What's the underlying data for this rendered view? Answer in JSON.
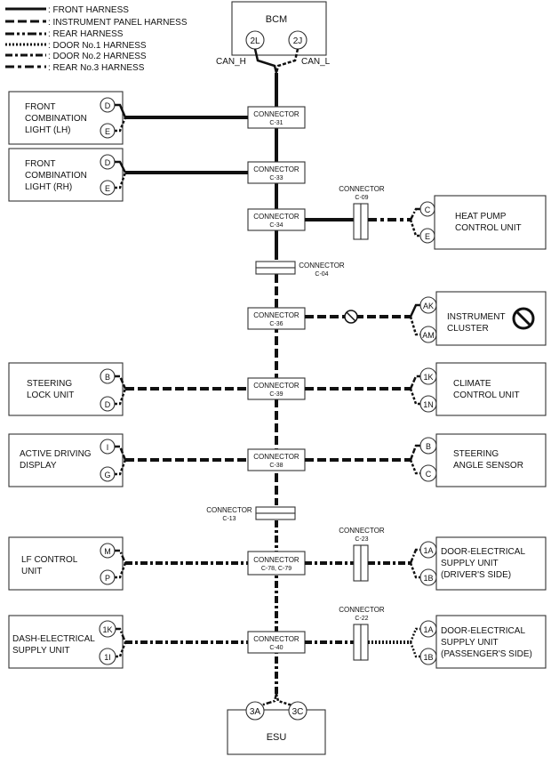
{
  "legend": [
    {
      "style": "front",
      "label": ": FRONT HARNESS"
    },
    {
      "style": "instrument",
      "label": ": INSTRUMENT PANEL HARNESS"
    },
    {
      "style": "rear",
      "label": ": REAR HARNESS"
    },
    {
      "style": "door1",
      "label": ": DOOR No.1 HARNESS"
    },
    {
      "style": "door2",
      "label": ": DOOR No.2 HARNESS"
    },
    {
      "style": "rear3",
      "label": ": REAR No.3 HARNESS"
    }
  ],
  "bcm": {
    "title": "BCM",
    "pin_h": "2L",
    "pin_l": "2J",
    "can_h": "CAN_H",
    "can_l": "CAN_L"
  },
  "esu": {
    "title": "ESU",
    "pin_a": "3A",
    "pin_b": "3C"
  },
  "connectors": {
    "c31": {
      "title": "CONNECTOR",
      "id": "C-31"
    },
    "c33": {
      "title": "CONNECTOR",
      "id": "C-33"
    },
    "c34": {
      "title": "CONNECTOR",
      "id": "C-34"
    },
    "c04": {
      "title": "CONNECTOR",
      "id": "C-04"
    },
    "c36": {
      "title": "CONNECTOR",
      "id": "C-36"
    },
    "c39": {
      "title": "CONNECTOR",
      "id": "C-39"
    },
    "c38": {
      "title": "CONNECTOR",
      "id": "C-38"
    },
    "c13": {
      "title": "CONNECTOR",
      "id": "C-13"
    },
    "c78": {
      "title": "CONNECTOR",
      "id": "C-78, C-79"
    },
    "c40": {
      "title": "CONNECTOR",
      "id": "C-40"
    },
    "c09": {
      "title": "CONNECTOR",
      "id": "C-09"
    },
    "c23": {
      "title": "CONNECTOR",
      "id": "C-23"
    },
    "c22": {
      "title": "CONNECTOR",
      "id": "C-22"
    }
  },
  "units": {
    "front_lh": {
      "lines": [
        "FRONT",
        "COMBINATION",
        "LIGHT (LH)"
      ],
      "pin1": "D",
      "pin2": "E"
    },
    "front_rh": {
      "lines": [
        "FRONT",
        "COMBINATION",
        "LIGHT (RH)"
      ],
      "pin1": "D",
      "pin2": "E"
    },
    "heat_pump": {
      "lines": [
        "HEAT PUMP",
        "CONTROL UNIT"
      ],
      "pin1": "C",
      "pin2": "E"
    },
    "instrument": {
      "lines": [
        "INSTRUMENT",
        "CLUSTER"
      ],
      "pin1": "AK",
      "pin2": "AM"
    },
    "steering_lock": {
      "lines": [
        "STEERING",
        "LOCK UNIT"
      ],
      "pin1": "B",
      "pin2": "D"
    },
    "climate": {
      "lines": [
        "CLIMATE",
        "CONTROL UNIT"
      ],
      "pin1": "1K",
      "pin2": "1N"
    },
    "active_display": {
      "lines": [
        "ACTIVE DRIVING",
        "DISPLAY"
      ],
      "pin1": "I",
      "pin2": "G"
    },
    "steering_angle": {
      "lines": [
        "STEERING",
        "ANGLE SENSOR"
      ],
      "pin1": "B",
      "pin2": "C"
    },
    "lf_control": {
      "lines": [
        "LF CONTROL",
        "UNIT"
      ],
      "pin1": "M",
      "pin2": "P"
    },
    "door_driver": {
      "lines": [
        "DOOR-ELECTRICAL",
        "SUPPLY UNIT",
        "(DRIVER'S SIDE)"
      ],
      "pin1": "1A",
      "pin2": "1B"
    },
    "dash_supply": {
      "lines": [
        "DASH-ELECTRICAL",
        "SUPPLY UNIT"
      ],
      "pin1": "1K",
      "pin2": "1I"
    },
    "door_pass": {
      "lines": [
        "DOOR-ELECTRICAL",
        "SUPPLY UNIT",
        "(PASSENGER'S SIDE)"
      ],
      "pin1": "1A",
      "pin2": "1B"
    }
  },
  "icons": {
    "prohibited_large": "prohibited-icon",
    "prohibited_small": "prohibited-icon"
  }
}
